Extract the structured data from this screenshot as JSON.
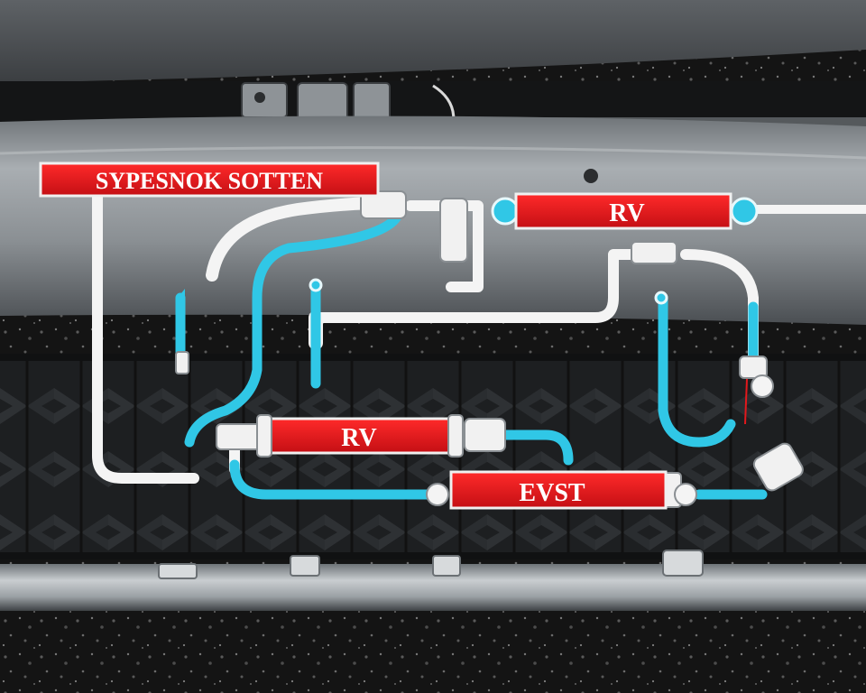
{
  "scene": {
    "description_labels": {
      "top_label": "SYPESNOK SOTTEN",
      "right_label": "RV",
      "middle_label": "RV",
      "bottom_label": "EVST"
    },
    "colors": {
      "label_red": "#e3181c",
      "hose_cyan": "#30c7e6",
      "pipe_white": "#f4f4f4",
      "frame_gray": "#8d9296",
      "tire_dark": "#1f2123",
      "gravel_dark": "#151515"
    }
  }
}
